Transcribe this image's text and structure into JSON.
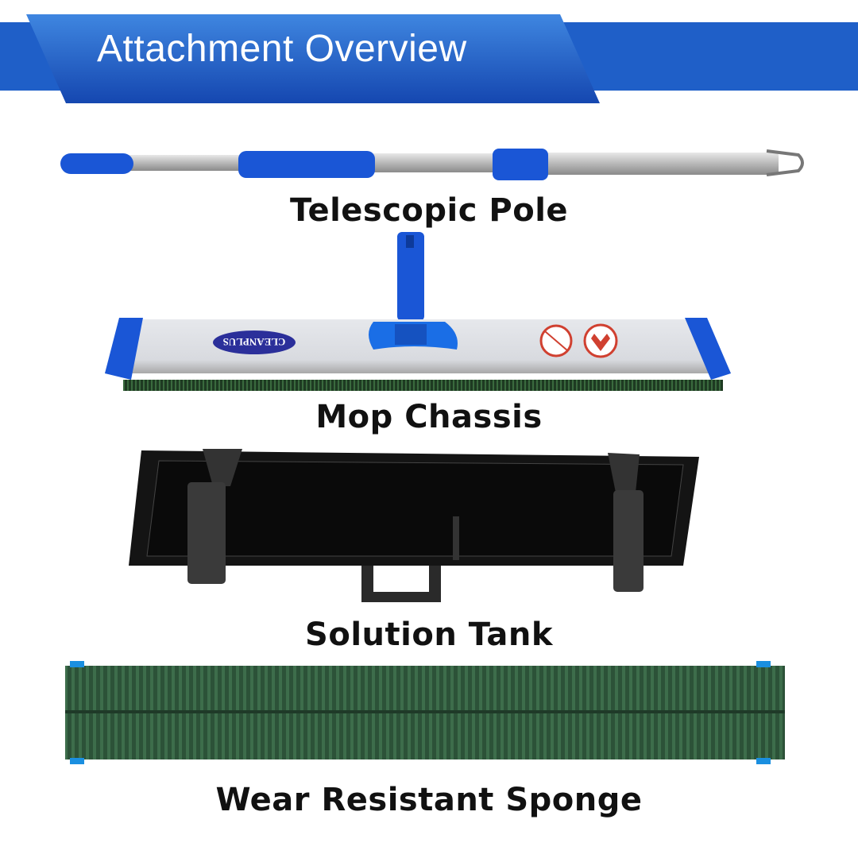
{
  "header": {
    "title": "Attachment Overview"
  },
  "items": [
    {
      "label": "Telescopic Pole"
    },
    {
      "label": "Mop Chassis",
      "brand_logo": "CLEANPLUS"
    },
    {
      "label": "Solution Tank"
    },
    {
      "label": "Wear Resistant Sponge"
    }
  ],
  "colors": {
    "header_blue": "#1f5fc8",
    "accent_blue": "#1a56d6",
    "sponge_green": "#2f5a3c",
    "tank_black": "#141414"
  }
}
